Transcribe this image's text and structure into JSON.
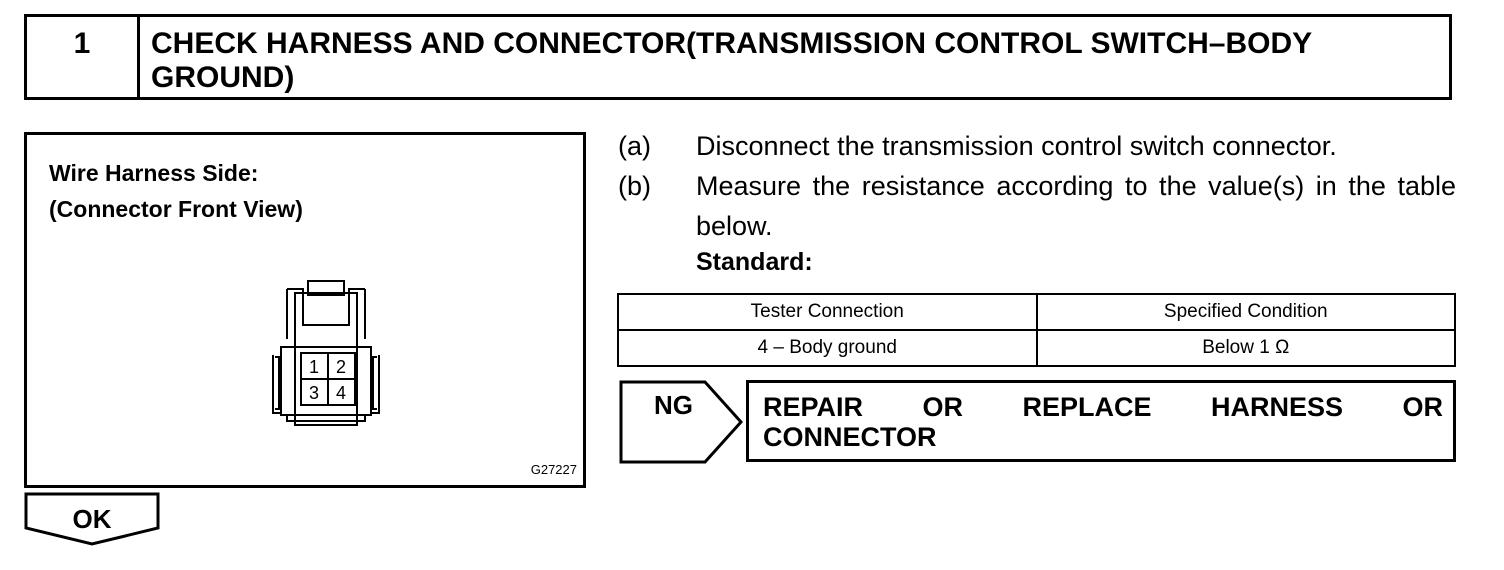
{
  "header": {
    "step_number": "1",
    "title": "CHECK HARNESS AND CONNECTOR(TRANSMISSION CONTROL SWITCH–BODY GROUND)"
  },
  "figure": {
    "caption_line1": "Wire Harness Side:",
    "caption_line2": "(Connector Front View)",
    "pins": [
      "1",
      "2",
      "3",
      "4"
    ],
    "figure_id": "G27227"
  },
  "steps": [
    {
      "label": "(a)",
      "text": "Disconnect the transmission control switch connector."
    },
    {
      "label": "(b)",
      "text": "Measure the resistance according to the value(s) in the table below."
    }
  ],
  "standard_label": "Standard:",
  "spec_table": {
    "headers": [
      "Tester Connection",
      "Specified Condition"
    ],
    "rows": [
      [
        "4 – Body ground",
        "Below 1 Ω"
      ]
    ]
  },
  "ng": {
    "label": "NG",
    "result_line1": "REPAIR OR REPLACE HARNESS OR",
    "result_line2": "CONNECTOR"
  },
  "ok": {
    "label": "OK"
  }
}
